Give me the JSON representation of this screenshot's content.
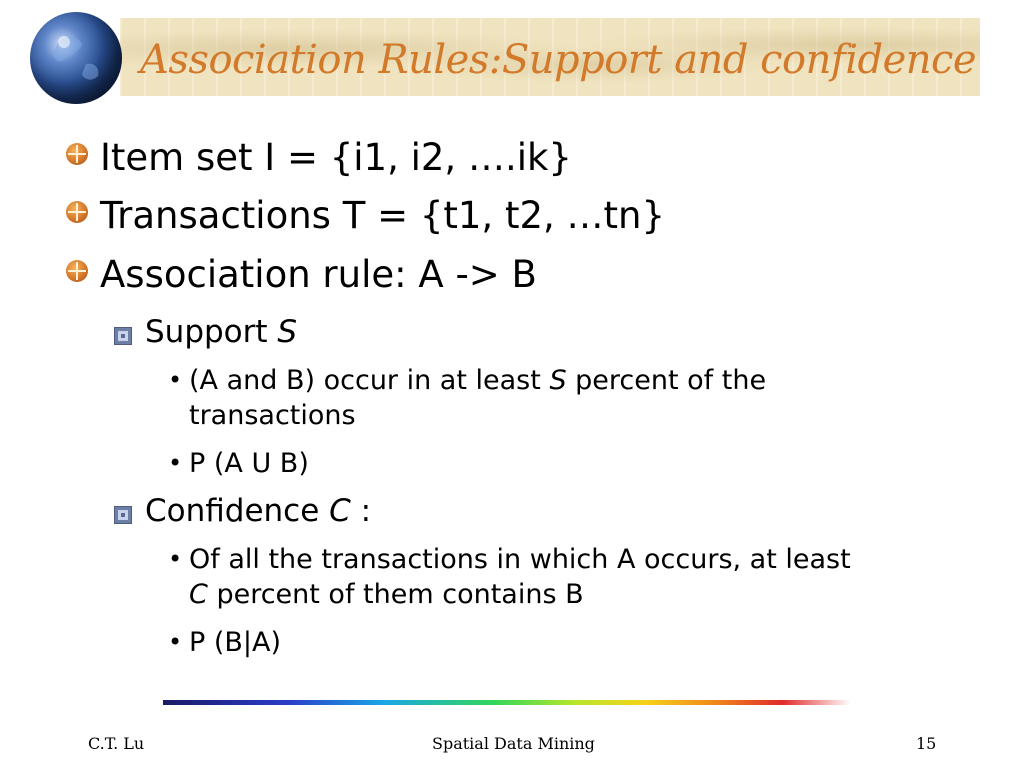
{
  "slide": {
    "title": "Association Rules:Support and confidence",
    "bullets": [
      "Item set I = {i1, i2, ….ik}",
      "Transactions T = {t1, t2, …tn}",
      "Association rule: A -> B"
    ],
    "support": {
      "label": "Support",
      "symbol": "S",
      "items": [
        {
          "prefix": " (A and B) occur in at least",
          "symbol": "S",
          "suffix": " percent of the transactions"
        },
        {
          "text": "P (A U B)"
        }
      ]
    },
    "confidence": {
      "label": "Confidence",
      "symbol": "C",
      "suffix": " :",
      "items": [
        {
          "prefix": "Of all the transactions in which A occurs, at least",
          "symbol": "C",
          "suffix": "  percent of them contains B"
        },
        {
          "text": "P (B|A)"
        }
      ]
    }
  },
  "footer": {
    "author": "C.T. Lu",
    "course": "Spatial Data Mining",
    "page": "15"
  }
}
